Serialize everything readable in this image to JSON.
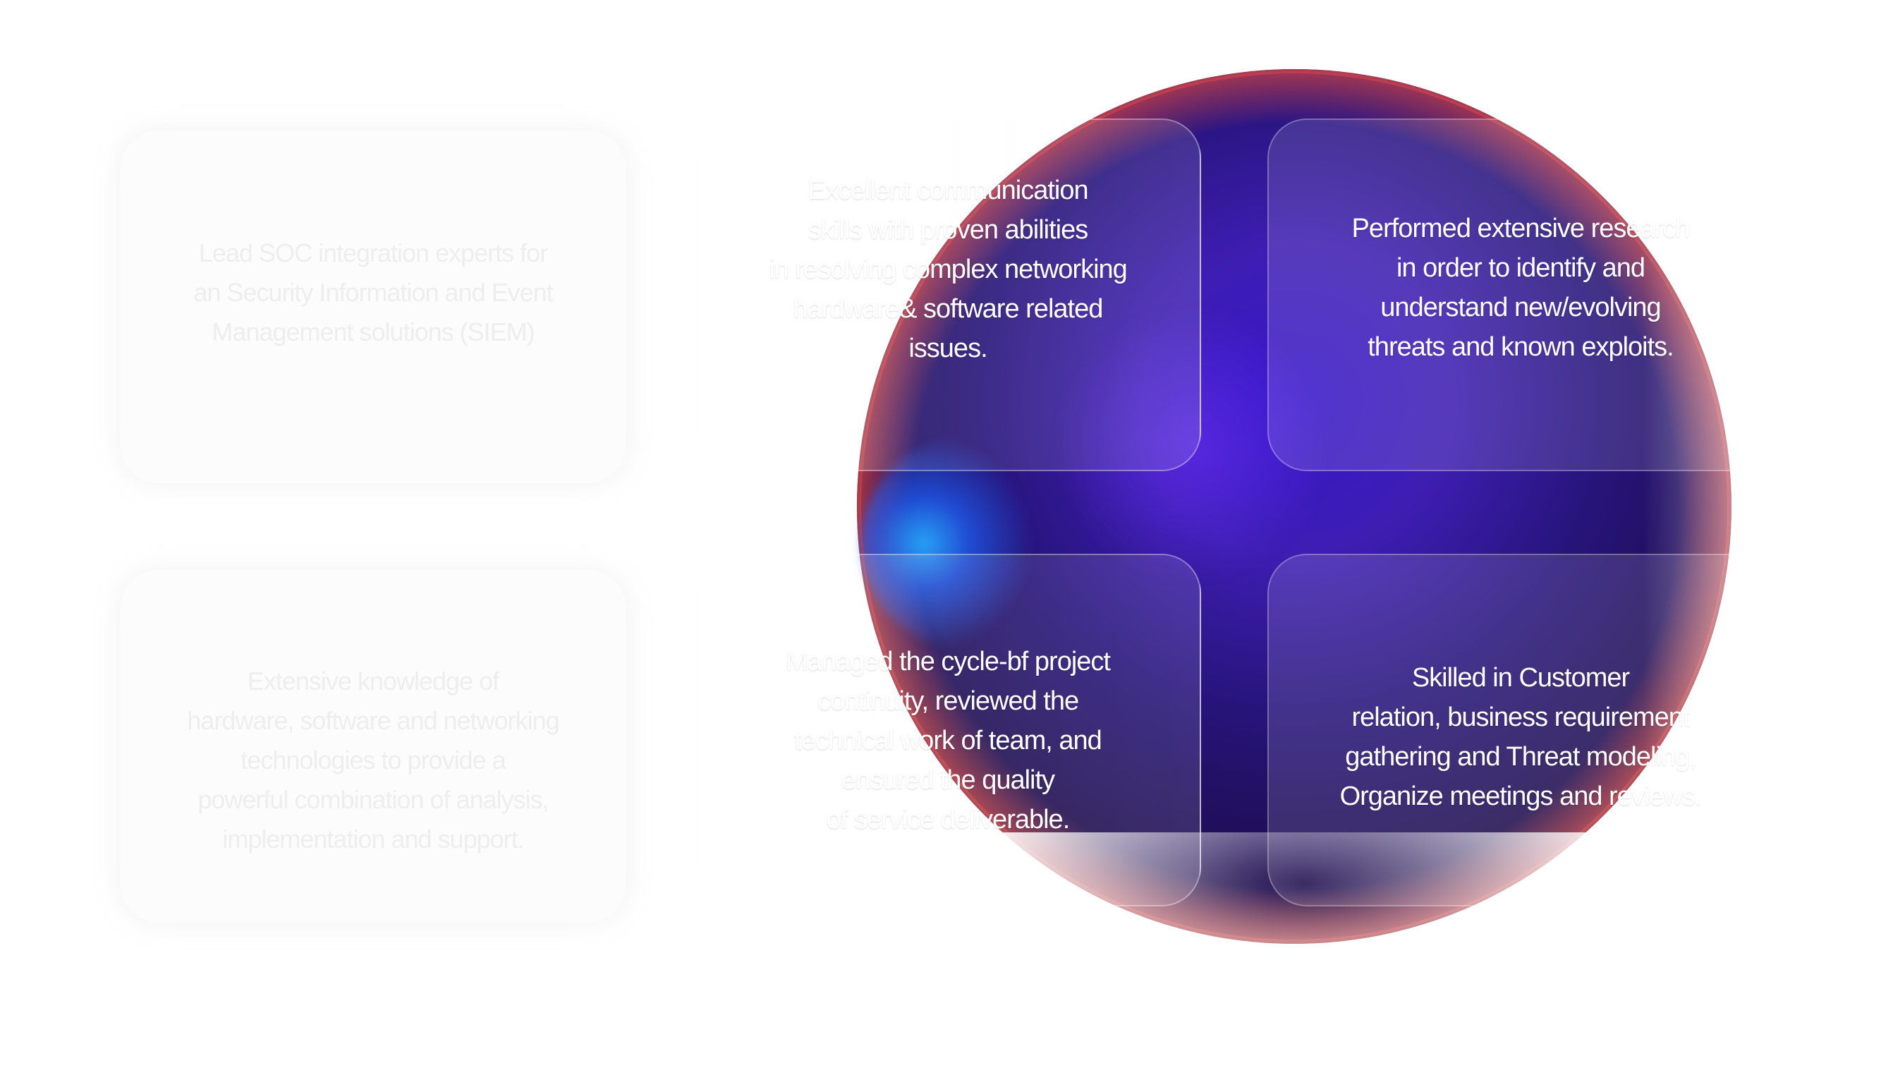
{
  "cards": [
    {
      "id": "c1",
      "text": "Lead SOC integration experts for\nan Security Information and Event\nManagement solutions (SIEM)"
    },
    {
      "id": "c2",
      "text": "Excellent communication\nskills with proven abilities\nin resolving complex networking\nhardware& software related\nissues."
    },
    {
      "id": "c3",
      "text": "Performed extensive research\nin order to identify  and\nunderstand new/evolving\nthreats and known exploits."
    },
    {
      "id": "c4",
      "text": "Extensive knowledge of\nhardware, software and networking\ntechnologies to provide a\npowerful combination of analysis,\nimplementation and support."
    },
    {
      "id": "c5",
      "text": "Managed the cycle-bf project\ncontinuity, reviewed the\ntechnical work of team, and\nensured the quality\nof service deliverable."
    },
    {
      "id": "c6",
      "text": "Skilled in Customer\nrelation, business requirement\ngathering and Threat modeling,\nOrganize meetings and reviews."
    }
  ],
  "colors": {
    "background": "#ffffff",
    "orb_core": "#2d0ac8",
    "orb_dark": "#120046",
    "accent_blue": "#28aaff",
    "rim": "#ff503c"
  }
}
